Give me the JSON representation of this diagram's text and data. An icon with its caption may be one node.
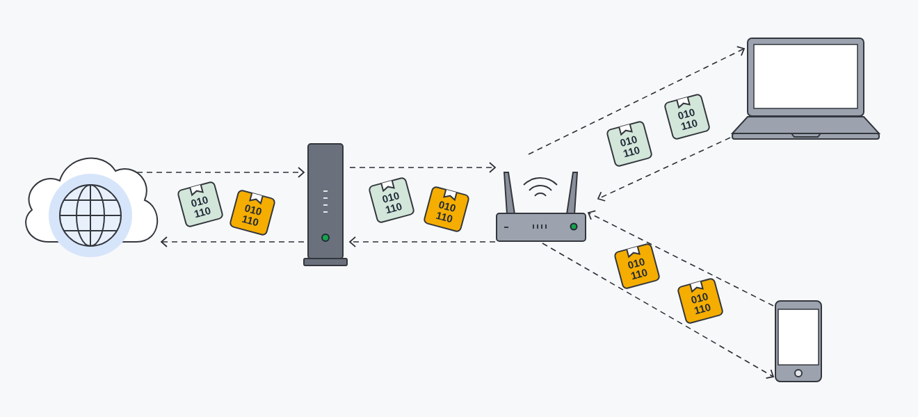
{
  "diagram": {
    "nodes": [
      {
        "text": [],
        "shape": "cloud"
      },
      {
        "text": [],
        "shape": "picture"
      },
      {
        "text": [],
        "shape": "picture"
      },
      {
        "text": [],
        "shape": "picture"
      },
      {
        "text": [],
        "shape": "picture"
      },
      {
        "text": [
          "010 110"
        ]
      },
      {
        "text": [
          "010 110"
        ]
      },
      {
        "text": [
          "010 110"
        ]
      },
      {
        "text": [
          "010 110"
        ]
      },
      {
        "text": [
          "010 110"
        ]
      },
      {
        "text": [
          "010 110"
        ]
      },
      {
        "text": [
          "010 110"
        ]
      },
      {
        "text": [
          "010 110"
        ]
      }
    ],
    "edges": [
      {
        "from": 0,
        "to": 1,
        "arrow": "to"
      },
      {
        "from": 1,
        "to": 0,
        "arrow": "to"
      },
      {
        "from": 1,
        "to": 2,
        "arrow": "to"
      },
      {
        "from": 2,
        "to": 1,
        "arrow": "to"
      },
      {
        "from": 2,
        "to": 3,
        "arrow": "to"
      },
      {
        "from": 3,
        "to": 2,
        "arrow": "to"
      },
      {
        "from": 4,
        "to": 2,
        "arrow": "to"
      },
      {
        "from": 2,
        "to": 4,
        "arrow": "to"
      }
    ]
  }
}
